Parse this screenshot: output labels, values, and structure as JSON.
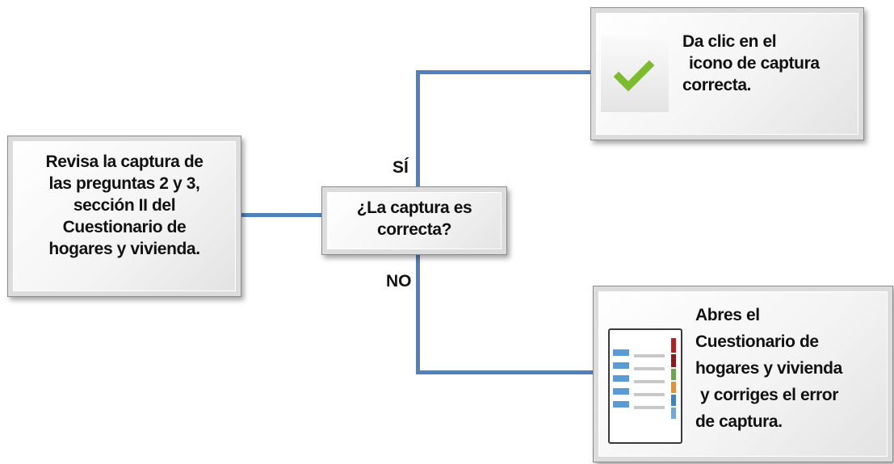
{
  "nodes": {
    "start": {
      "lines": [
        "Revisa la captura de",
        "las preguntas 2 y 3,",
        "sección II del",
        "Cuestionario de",
        "hogares y vivienda."
      ]
    },
    "decision": {
      "lines": [
        "¿La captura es",
        "correcta?"
      ]
    },
    "yes_action": {
      "icon": "check-icon",
      "lines": [
        "Da clic en el",
        "icono de captura",
        "correcta."
      ]
    },
    "no_action": {
      "icon": "document-form-icon",
      "lines": [
        "Abres el",
        "Cuestionario de",
        "hogares y vivienda",
        "y corriges el error",
        "de captura."
      ]
    }
  },
  "branches": {
    "yes_label": "SÍ",
    "no_label": "NO"
  },
  "colors": {
    "connector": "#4f81bd",
    "check": "#7cbb2b"
  }
}
